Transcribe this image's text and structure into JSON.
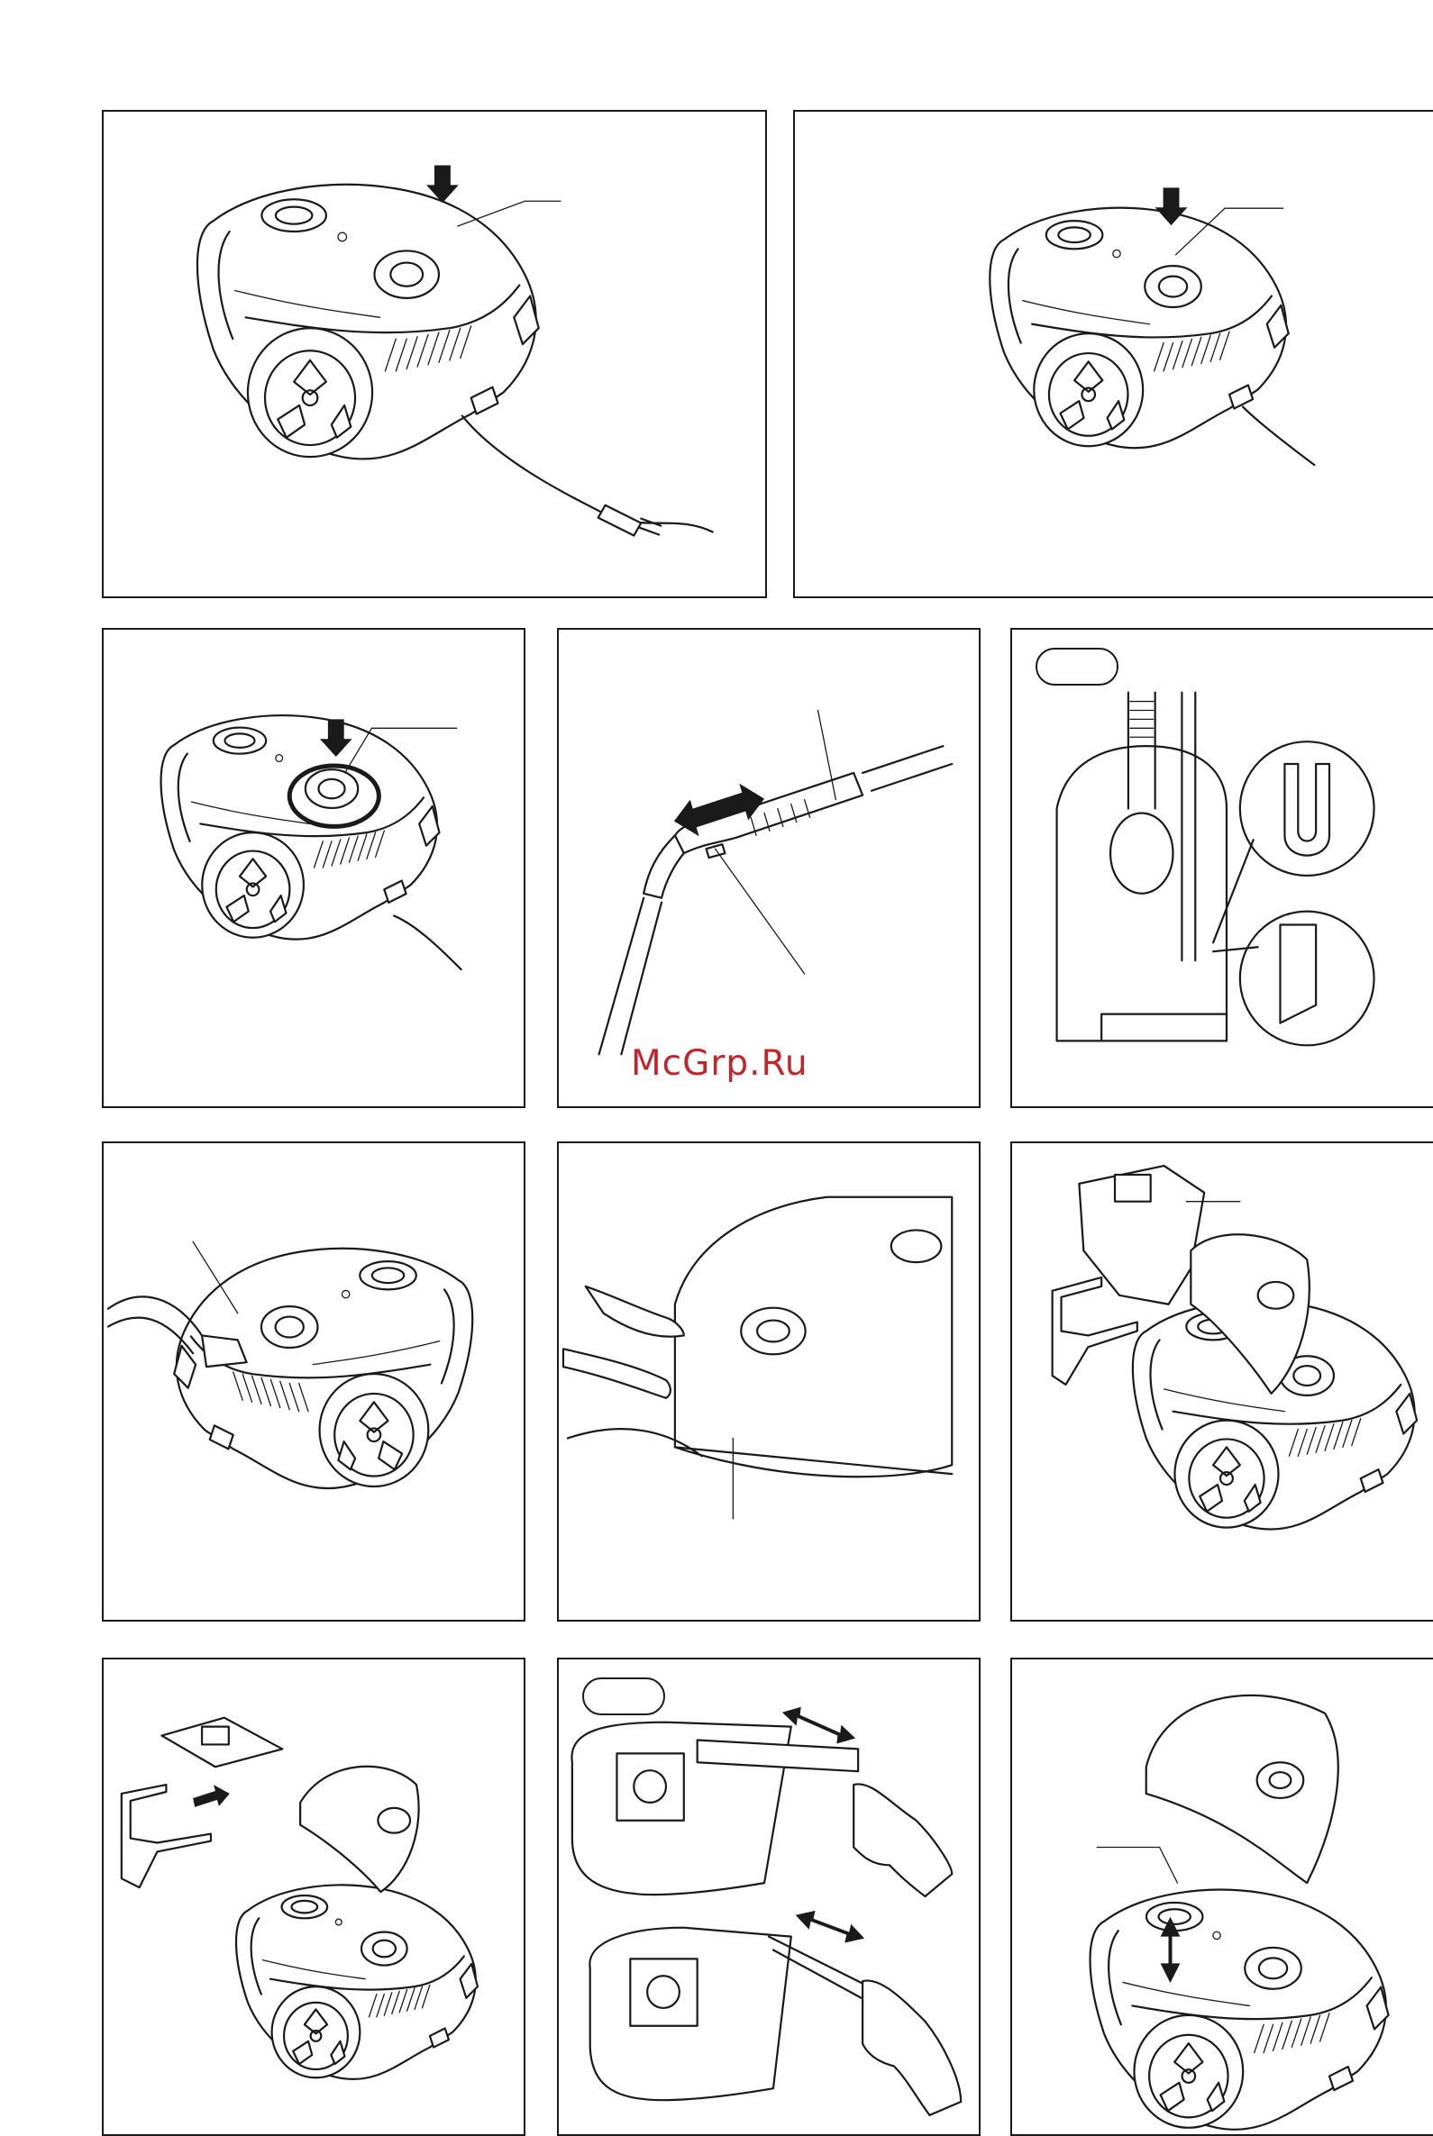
{
  "watermark": {
    "text": "McGrp.Ru",
    "color": "#c0272d"
  },
  "figures": [
    {
      "id": "fig-1",
      "icon": "vacuum-cord-plug-illustration"
    },
    {
      "id": "fig-2",
      "icon": "vacuum-press-button-illustration"
    },
    {
      "id": "fig-3",
      "icon": "vacuum-power-dial-illustration"
    },
    {
      "id": "fig-4",
      "icon": "telescopic-tube-illustration"
    },
    {
      "id": "fig-5",
      "icon": "vacuum-parking-illustration"
    },
    {
      "id": "fig-6",
      "icon": "hose-connection-illustration"
    },
    {
      "id": "fig-7",
      "icon": "cover-open-illustration"
    },
    {
      "id": "fig-8",
      "icon": "bag-holder-removal-illustration"
    },
    {
      "id": "fig-9",
      "icon": "bag-insert-illustration"
    },
    {
      "id": "fig-10",
      "icon": "bag-sealing-illustration"
    },
    {
      "id": "fig-11",
      "icon": "filter-replacement-illustration"
    }
  ],
  "colors": {
    "line": "#1a1a1a",
    "background": "#ffffff"
  }
}
